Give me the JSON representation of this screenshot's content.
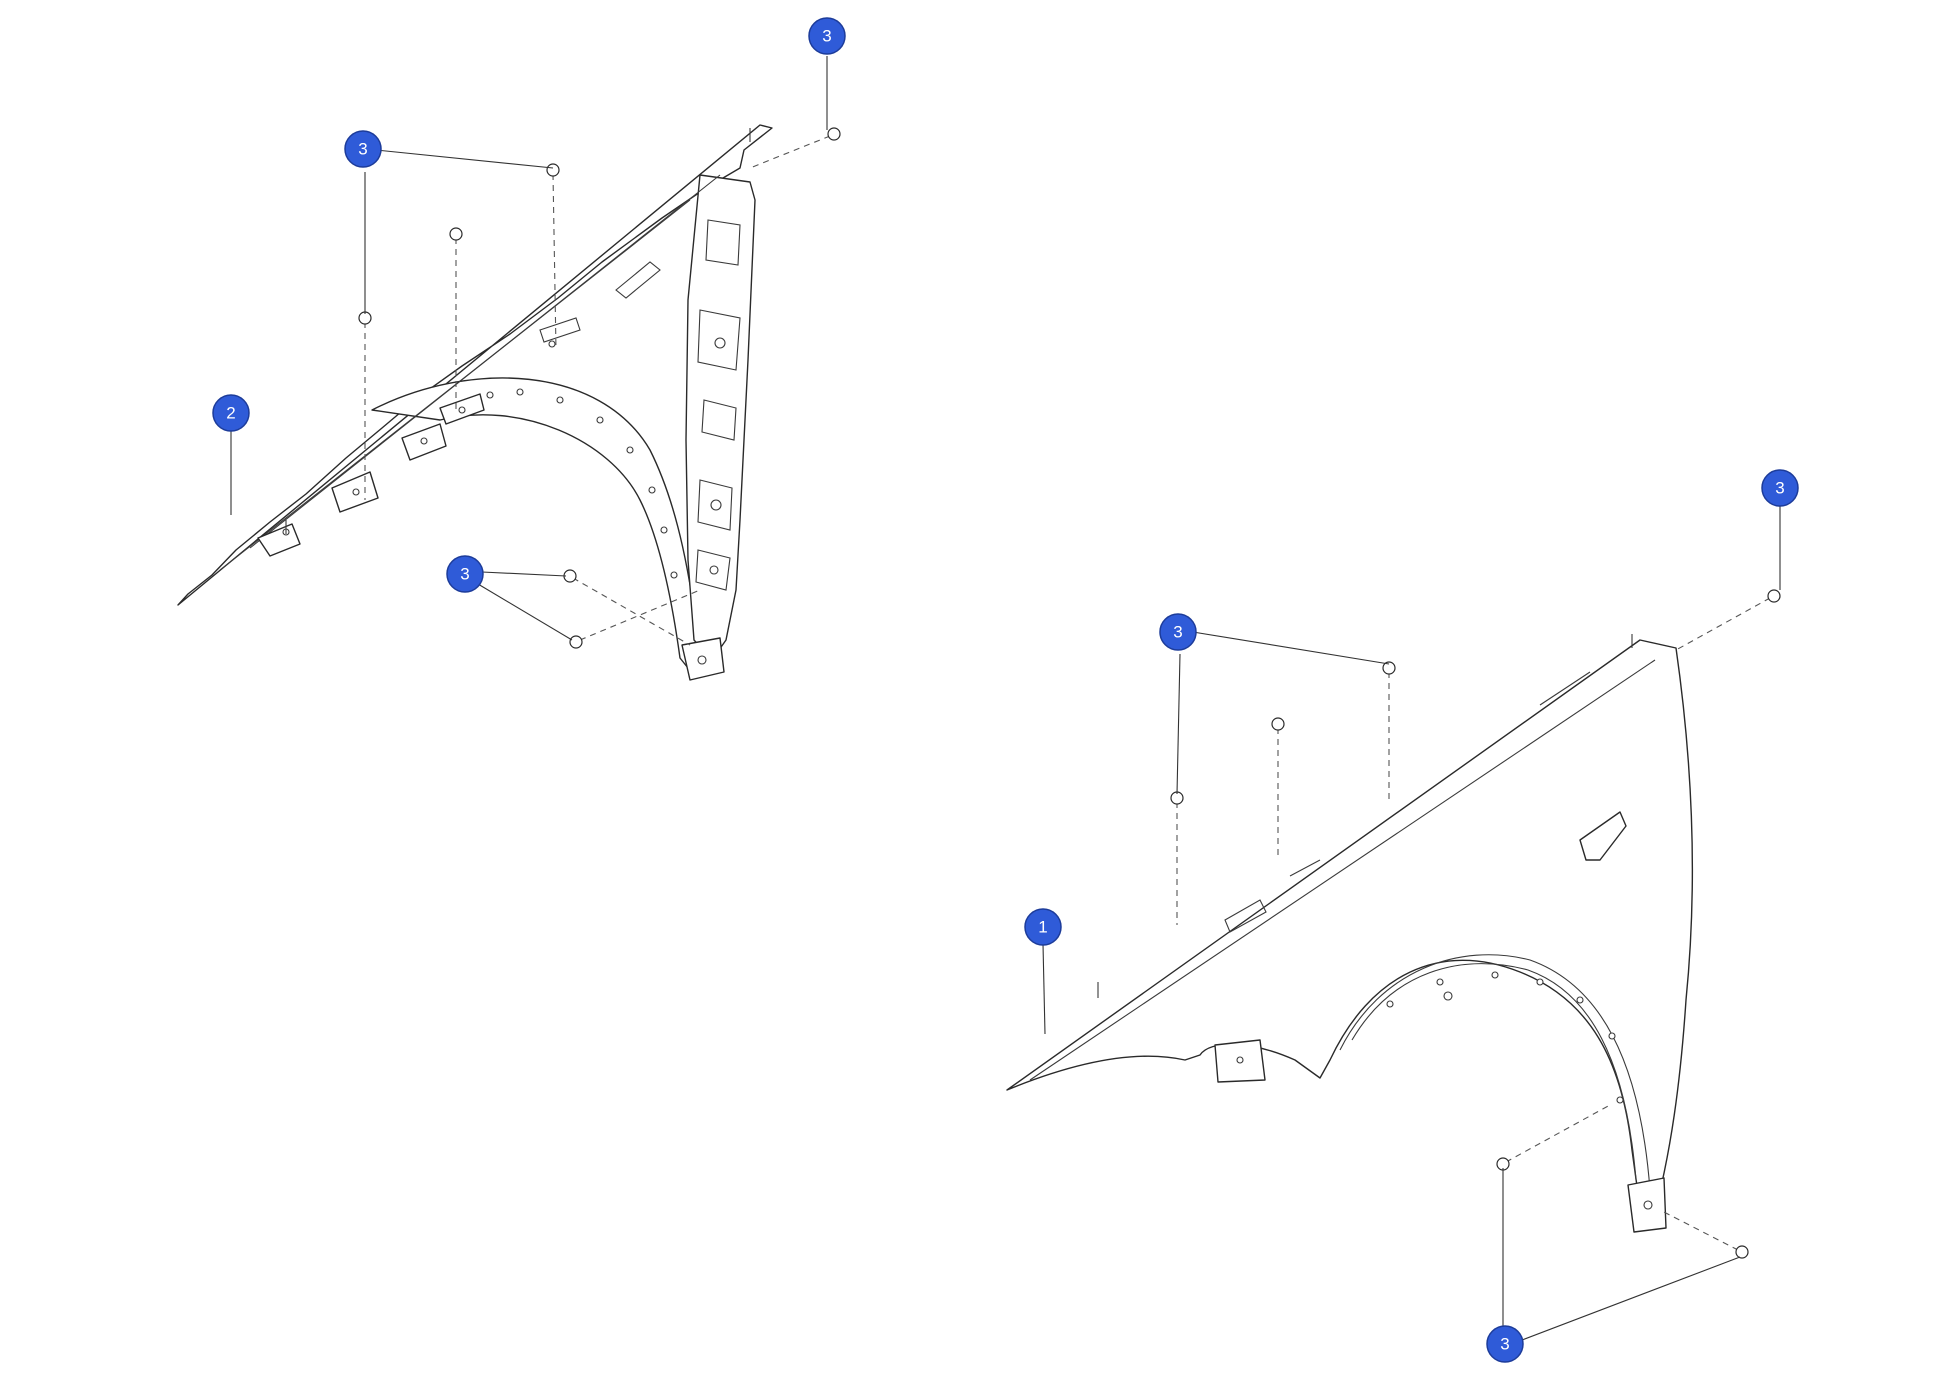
{
  "figure": {
    "callouts": [
      {
        "id": "c-fender-right",
        "label": "1"
      },
      {
        "id": "c-fender-left",
        "label": "2"
      },
      {
        "id": "c-left-top",
        "label": "3"
      },
      {
        "id": "c-left-upper",
        "label": "3"
      },
      {
        "id": "c-left-lower",
        "label": "3"
      },
      {
        "id": "c-right-top",
        "label": "3"
      },
      {
        "id": "c-right-upper",
        "label": "3"
      },
      {
        "id": "c-right-lower",
        "label": "3"
      }
    ],
    "colors": {
      "callout_fill": "#2f5bd8",
      "line": "#2a2a2a",
      "background": "#ffffff"
    }
  }
}
